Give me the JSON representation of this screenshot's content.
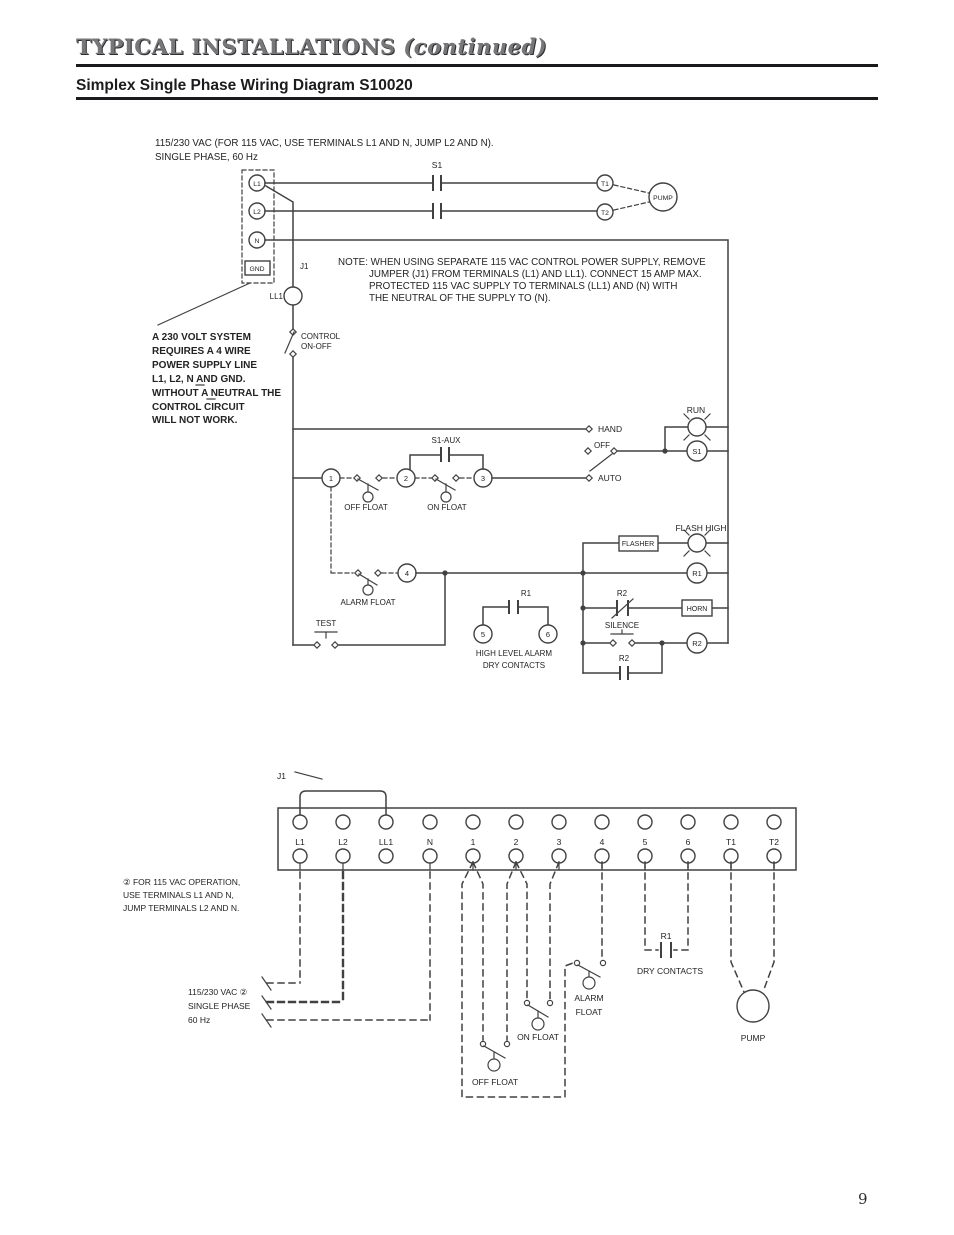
{
  "style": {
    "ink_color": "#232323",
    "rule_color": "#1a1a1c"
  },
  "header": {
    "title": "TYPICAL INSTALLATIONS",
    "title_suffix": "(continued)",
    "subtitle": "Simplex Single Phase Wiring Diagram S10020",
    "page_number": "9"
  },
  "schematic": {
    "supply_note_1": "115/230 VAC (FOR 115 VAC, USE TERMINALS L1 AND N, JUMP L2 AND N).",
    "supply_note_2": "SINGLE PHASE, 60 Hz",
    "terminal_l1": "L1",
    "terminal_l2": "L2",
    "terminal_n": "N",
    "gnd": "GND",
    "j1": "J1",
    "ll1": "LL1",
    "s1_contact": "S1",
    "t1": "T1",
    "t2": "T2",
    "pump": "PUMP",
    "note_lines": [
      "NOTE: WHEN USING SEPARATE 115 VAC CONTROL POWER SUPPLY, REMOVE",
      "JUMPER (J1) FROM TERMINALS (L1) AND LL1). CONNECT 15 AMP MAX.",
      "PROTECTED 115 VAC SUPPLY TO TERMINALS (LL1) AND (N) WITH",
      "THE NEUTRAL OF THE SUPPLY TO (N)."
    ],
    "warning_lines": [
      "A 230 VOLT SYSTEM",
      "REQUIRES A 4 WIRE",
      "POWER SUPPLY LINE",
      "L1, L2, N AND GND.",
      "WITHOUT A NEUTRAL THE",
      "CONTROL CIRCUIT",
      "WILL NOT WORK."
    ],
    "control_1": "CONTROL",
    "control_2": "ON-OFF",
    "hand": "HAND",
    "off": "OFF",
    "auto": "AUTO",
    "run": "RUN",
    "s1_coil": "S1",
    "s1_aux": "S1-AUX",
    "term_1": "1",
    "term_2": "2",
    "term_3": "3",
    "term_4": "4",
    "term_5": "5",
    "term_6": "6",
    "off_float": "OFF FLOAT",
    "on_float": "ON FLOAT",
    "alarm_float": "ALARM FLOAT",
    "flash_high": "FLASH HIGH",
    "flasher": "FLASHER",
    "r1_coil": "R1",
    "r2_nc": "R2",
    "horn": "HORN",
    "silence": "SILENCE",
    "r2_coil": "R2",
    "r2_no": "R2",
    "r1_dry": "R1",
    "test": "TEST",
    "hla_1": "HIGH LEVEL ALARM",
    "hla_2": "DRY CONTACTS"
  },
  "field": {
    "j1": "J1",
    "strip_labels": [
      "L1",
      "L2",
      "LL1",
      "N",
      "1",
      "2",
      "3",
      "4",
      "5",
      "6",
      "T1",
      "T2"
    ],
    "note115_lines": [
      "② FOR 115 VAC OPERATION,",
      "USE TERMINALS L1 AND N,",
      "JUMP TERMINALS L2 AND N."
    ],
    "supply_lines": [
      "115/230 VAC ②",
      "SINGLE PHASE",
      "60 Hz"
    ],
    "off_float": "OFF FLOAT",
    "on_float": "ON FLOAT",
    "alarm_float_1": "ALARM",
    "alarm_float_2": "FLOAT",
    "r1": "R1",
    "dry_contacts": "DRY CONTACTS",
    "pump": "PUMP"
  }
}
